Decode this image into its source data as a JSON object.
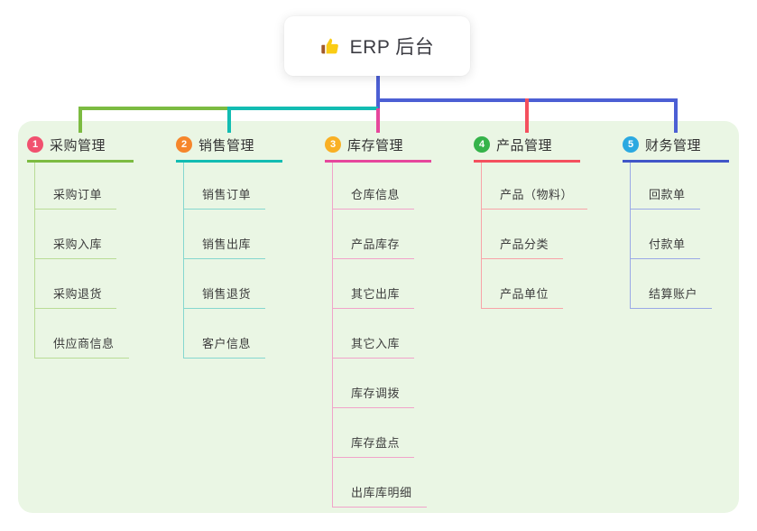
{
  "root": {
    "icon": "thumbs-up-icon",
    "title": "ERP 后台",
    "line_color": "#4C5FD4"
  },
  "colors": {
    "page_bg": "#FFFFFF",
    "panel_bg": "#EAF6E4"
  },
  "branches": [
    {
      "num": "1",
      "label": "采购管理",
      "badge_color": "#F1516F",
      "line_color": "#7CBB41",
      "light_color": "#B9DC96",
      "items": [
        "采购订单",
        "采购入库",
        "采购退货",
        "供应商信息"
      ]
    },
    {
      "num": "2",
      "label": "销售管理",
      "badge_color": "#F6862B",
      "line_color": "#12BCB2",
      "light_color": "#85D7CF",
      "items": [
        "销售订单",
        "销售出库",
        "销售退货",
        "客户信息"
      ]
    },
    {
      "num": "3",
      "label": "库存管理",
      "badge_color": "#F9B024",
      "line_color": "#E6479C",
      "light_color": "#F1A3CA",
      "items": [
        "仓库信息",
        "产品库存",
        "其它出库",
        "其它入库",
        "库存调拨",
        "库存盘点",
        "出库库明细"
      ]
    },
    {
      "num": "4",
      "label": "产品管理",
      "badge_color": "#35B34A",
      "line_color": "#F4505E",
      "light_color": "#F8A3A8",
      "items": [
        "产品（物料）",
        "产品分类",
        "产品单位"
      ]
    },
    {
      "num": "5",
      "label": "财务管理",
      "badge_color": "#2BA9E1",
      "line_color": "#4156C8",
      "light_color": "#9AA9E6",
      "items": [
        "回款单",
        "付款单",
        "结算账户"
      ]
    }
  ]
}
